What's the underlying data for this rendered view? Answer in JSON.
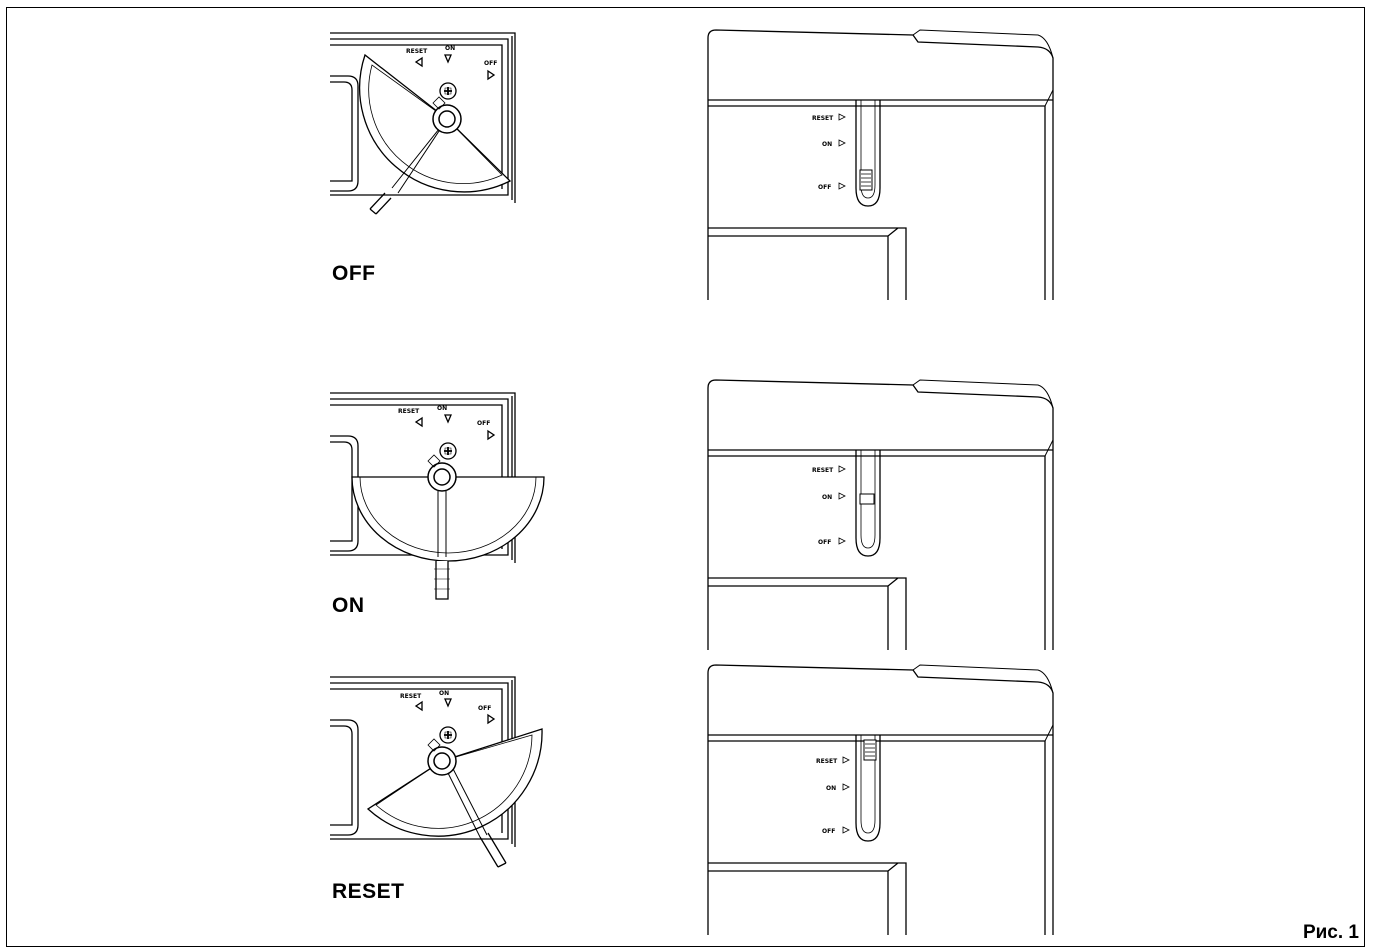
{
  "figure_caption": "Рис. 1",
  "rows": [
    {
      "state": "OFF"
    },
    {
      "state": "ON"
    },
    {
      "state": "RESET"
    }
  ],
  "panel_labels": {
    "reset": "RESET",
    "on": "ON",
    "off": "OFF"
  },
  "colors": {
    "ink": "#000000",
    "background": "#ffffff"
  }
}
